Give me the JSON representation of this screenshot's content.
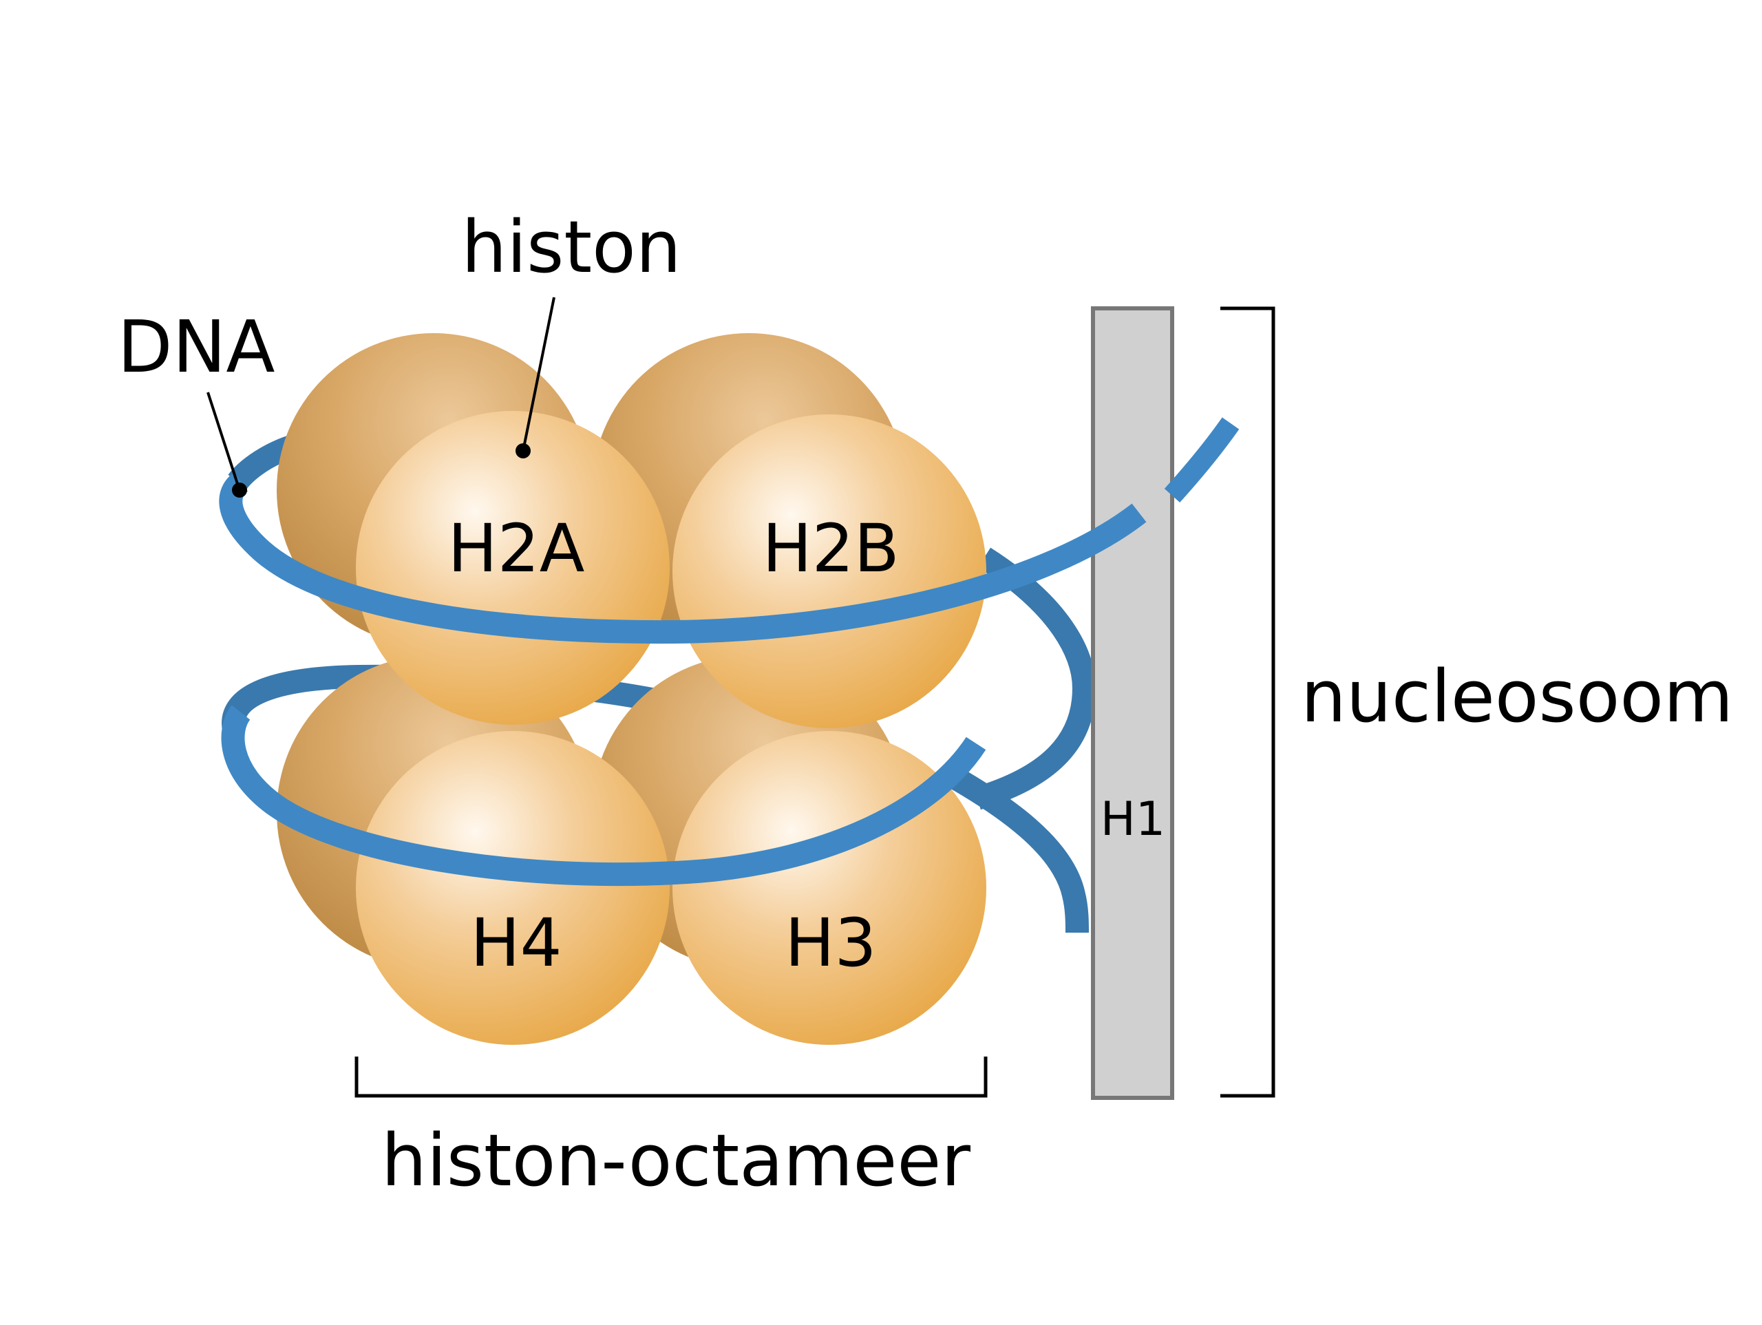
{
  "labels": {
    "histon": "histon",
    "dna": "DNA",
    "h2a": "H2A",
    "h2b": "H2B",
    "h4": "H4",
    "h3": "H3",
    "h1": "H1",
    "nucleosoom": "nucleosoom",
    "octameer": "histon-octameer"
  },
  "colors": {
    "dna": "#3f88c5",
    "dna_back": "#3a79ad",
    "histone_light": "#fff8ee",
    "histone_mid": "#f2c489",
    "histone_dark": "#e8a94a",
    "histone_back": "#c99350",
    "h1_fill": "#d0d0d0",
    "h1_stroke": "#777777",
    "bracket": "#000000"
  }
}
